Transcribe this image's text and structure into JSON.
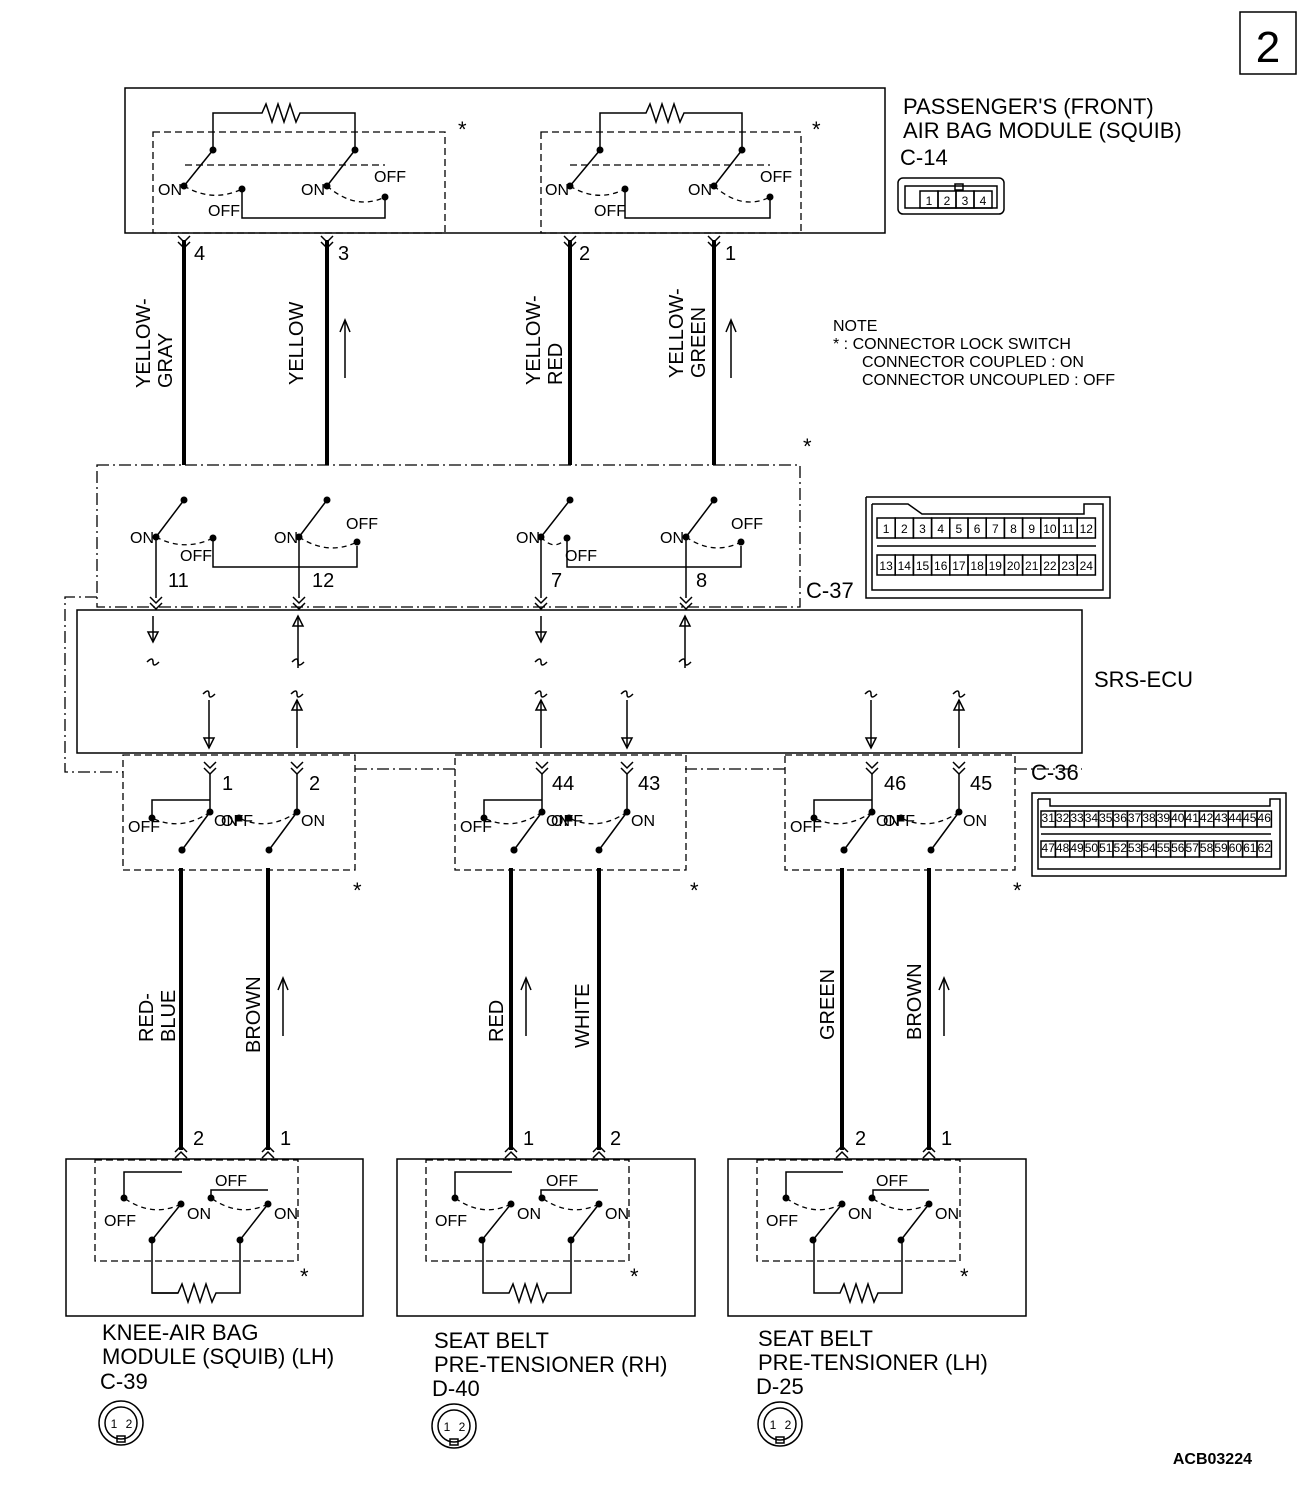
{
  "page_number": "2",
  "doc_code": "ACB03224",
  "switch_labels": {
    "on": "ON",
    "off": "OFF"
  },
  "lock_mark": "*",
  "top_module": {
    "title_line1": "PASSENGER'S (FRONT)",
    "title_line2": "AIR BAG MODULE (SQUIB)",
    "connector": "C-14",
    "cavities": [
      "1",
      "2",
      "3",
      "4"
    ],
    "pins": [
      "4",
      "3",
      "2",
      "1"
    ]
  },
  "upper_wires": [
    {
      "line1": "YELLOW-",
      "line2": "GRAY"
    },
    {
      "line1": "YELLOW",
      "line2": ""
    },
    {
      "line1": "YELLOW-",
      "line2": "RED"
    },
    {
      "line1": "YELLOW-",
      "line2": "GREEN"
    }
  ],
  "note": {
    "heading": "NOTE",
    "line1": "* : CONNECTOR LOCK SWITCH",
    "line2": "CONNECTOR COUPLED : ON",
    "line3": "CONNECTOR UNCOUPLED : OFF"
  },
  "c37": {
    "connector": "C-37",
    "pins": [
      "11",
      "12",
      "7",
      "8"
    ],
    "row1": [
      "1",
      "2",
      "3",
      "4",
      "5",
      "6",
      "7",
      "8",
      "9",
      "10",
      "11",
      "12"
    ],
    "row2": [
      "13",
      "14",
      "15",
      "16",
      "17",
      "18",
      "19",
      "20",
      "21",
      "22",
      "23",
      "24"
    ]
  },
  "ecu": {
    "label": "SRS-ECU"
  },
  "c36": {
    "connector": "C-36",
    "pins": [
      "1",
      "2",
      "44",
      "43",
      "46",
      "45"
    ],
    "row1": [
      "31",
      "32",
      "33",
      "34",
      "35",
      "36",
      "37",
      "38",
      "39",
      "40",
      "41",
      "42",
      "43",
      "44",
      "45",
      "46"
    ],
    "row2": [
      "47",
      "48",
      "49",
      "50",
      "51",
      "52",
      "53",
      "54",
      "55",
      "56",
      "57",
      "58",
      "59",
      "60",
      "61",
      "62"
    ]
  },
  "lower_wires": [
    {
      "line1": "RED-",
      "line2": "BLUE"
    },
    {
      "line1": "BROWN",
      "line2": ""
    },
    {
      "line1": "RED",
      "line2": ""
    },
    {
      "line1": "WHITE",
      "line2": ""
    },
    {
      "line1": "GREEN",
      "line2": ""
    },
    {
      "line1": "BROWN",
      "line2": ""
    }
  ],
  "bottom_modules": [
    {
      "title_line1": "KNEE-AIR BAG",
      "title_line2": "MODULE (SQUIB) (LH)",
      "connector": "C-39",
      "pins": [
        "2",
        "1"
      ],
      "cavities": [
        "1",
        "2"
      ]
    },
    {
      "title_line1": "SEAT BELT",
      "title_line2": "PRE-TENSIONER (RH)",
      "connector": "D-40",
      "pins": [
        "1",
        "2"
      ],
      "cavities": [
        "1",
        "2"
      ]
    },
    {
      "title_line1": "SEAT BELT",
      "title_line2": "PRE-TENSIONER (LH)",
      "connector": "D-25",
      "pins": [
        "2",
        "1"
      ],
      "cavities": [
        "1",
        "2"
      ]
    }
  ]
}
